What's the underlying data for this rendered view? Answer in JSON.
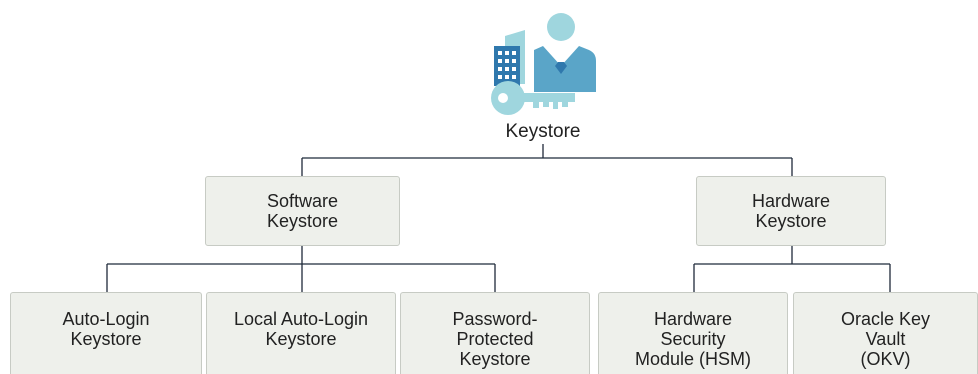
{
  "root": {
    "label": "Keystore",
    "icon": "keystore-building-person-key-icon"
  },
  "branches": [
    {
      "label": "Software\nKeystore",
      "children": [
        {
          "label": "Auto-Login\nKeystore"
        },
        {
          "label": "Local Auto-Login\nKeystore"
        },
        {
          "label": "Password-\nProtected\nKeystore"
        }
      ]
    },
    {
      "label": "Hardware\nKeystore",
      "children": [
        {
          "label": "Hardware\nSecurity\nModule (HSM)"
        },
        {
          "label": "Oracle Key\nVault\n(OKV)"
        }
      ]
    }
  ],
  "colors": {
    "connector": "#1f2a3a",
    "node_fill": "#eef0eb",
    "node_border": "#c7cbc4",
    "icon_light_blue": "#9fd6de",
    "icon_blue": "#5aa5c8",
    "icon_dark_blue": "#2f78ad"
  }
}
